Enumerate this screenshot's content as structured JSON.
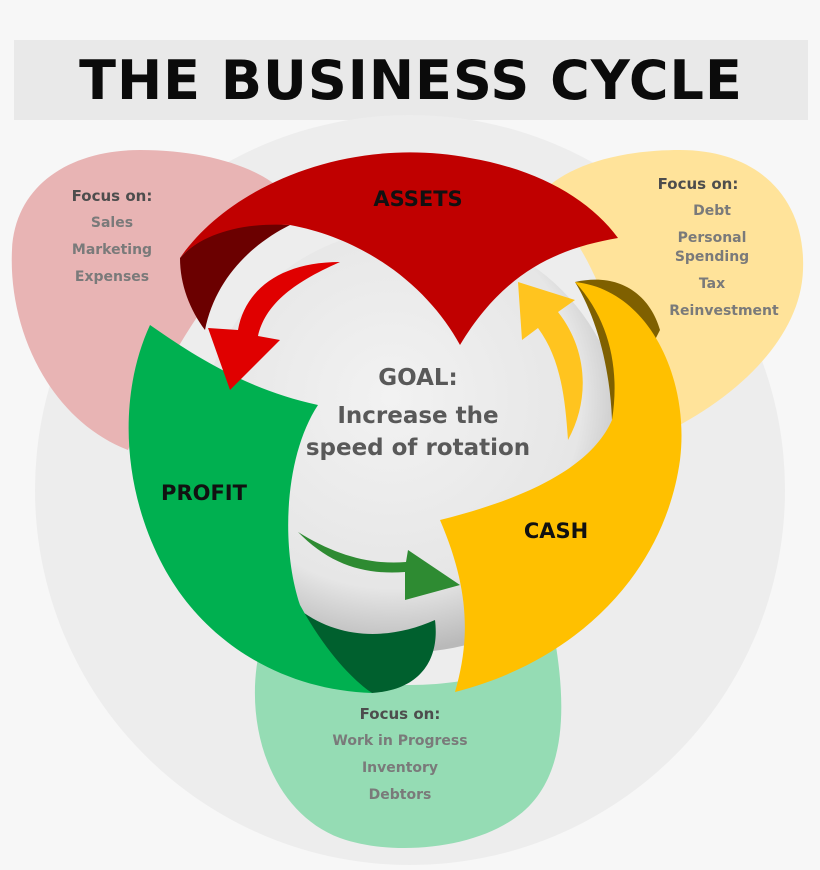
{
  "title": "THE BUSINESS CYCLE",
  "goal": {
    "heading": "GOAL:",
    "line1": "Increase the",
    "line2": "speed of rotation"
  },
  "segments": {
    "assets": {
      "label": "ASSETS",
      "color": "#c00000"
    },
    "profit": {
      "label": "PROFIT",
      "color": "#00b050"
    },
    "cash": {
      "label": "CASH",
      "color": "#ffc000"
    }
  },
  "focus_left": {
    "heading": "Focus on:",
    "items": [
      "Sales",
      "Marketing",
      "Expenses"
    ],
    "color": "#e8b4b4"
  },
  "focus_right": {
    "heading": "Focus on:",
    "items": [
      "Debt",
      "Personal",
      "Spending",
      "Tax",
      "Reinvestment"
    ],
    "color": "#ffe39a"
  },
  "focus_bottom": {
    "heading": "Focus on:",
    "items": [
      "Work in Progress",
      "Inventory",
      "Debtors"
    ],
    "color": "#95dcb4"
  },
  "arrows": {
    "red": "#e00000",
    "yellow": "#ffc41f",
    "green": "#2e8b32"
  }
}
